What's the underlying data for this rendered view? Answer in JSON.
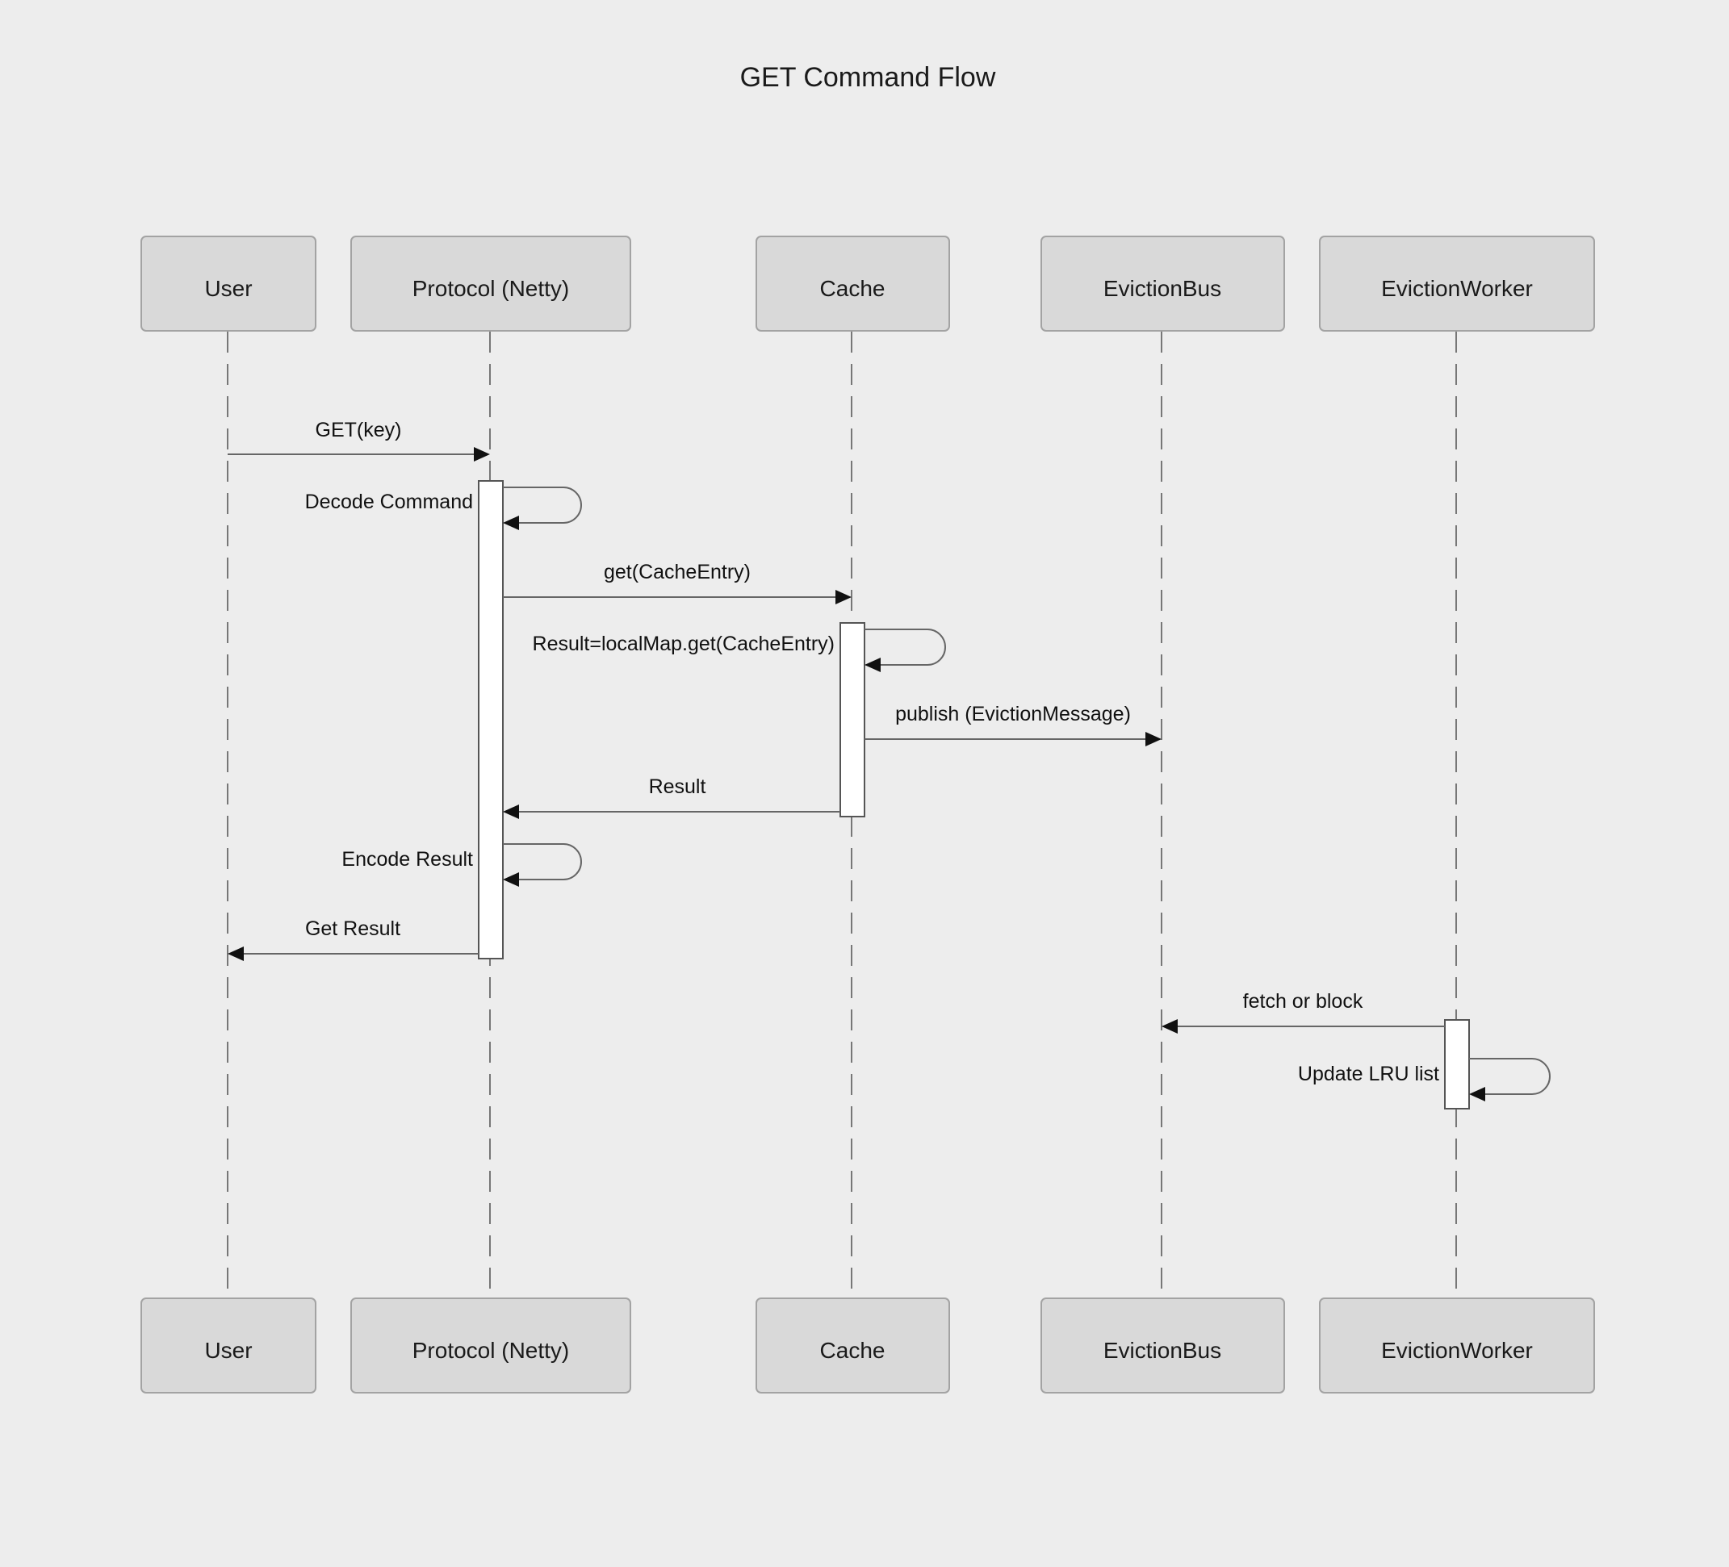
{
  "title": "GET Command Flow",
  "participants": [
    {
      "id": "user",
      "label": "User"
    },
    {
      "id": "protocol",
      "label": "Protocol (Netty)"
    },
    {
      "id": "cache",
      "label": "Cache"
    },
    {
      "id": "evictionbus",
      "label": "EvictionBus"
    },
    {
      "id": "evictionworker",
      "label": "EvictionWorker"
    }
  ],
  "messages": [
    {
      "from": "user",
      "to": "protocol",
      "label": "GET(key)",
      "kind": "call"
    },
    {
      "from": "protocol",
      "to": "protocol",
      "label": "Decode Command",
      "kind": "self"
    },
    {
      "from": "protocol",
      "to": "cache",
      "label": "get(CacheEntry)",
      "kind": "call"
    },
    {
      "from": "cache",
      "to": "cache",
      "label": "Result=localMap.get(CacheEntry)",
      "kind": "self"
    },
    {
      "from": "cache",
      "to": "evictionbus",
      "label": "publish (EvictionMessage)",
      "kind": "call"
    },
    {
      "from": "cache",
      "to": "protocol",
      "label": "Result",
      "kind": "call"
    },
    {
      "from": "protocol",
      "to": "protocol",
      "label": "Encode Result",
      "kind": "self"
    },
    {
      "from": "protocol",
      "to": "user",
      "label": "Get Result",
      "kind": "call"
    },
    {
      "from": "evictionworker",
      "to": "evictionbus",
      "label": "fetch or block",
      "kind": "call"
    },
    {
      "from": "evictionworker",
      "to": "evictionworker",
      "label": "Update LRU list",
      "kind": "self"
    }
  ],
  "colors": {
    "background": "#ededed",
    "actor_fill": "#d9d9d9",
    "actor_stroke": "#a3a3a3",
    "line": "#666666",
    "activation_fill": "#ffffff"
  }
}
